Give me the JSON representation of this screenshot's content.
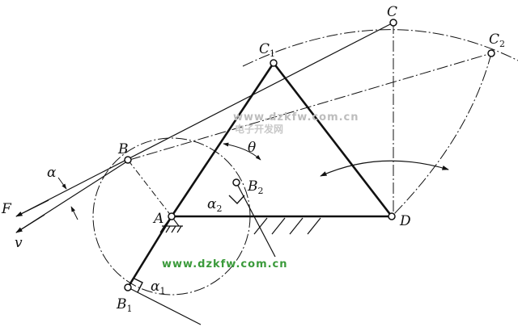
{
  "labels": {
    "C": {
      "base": "C",
      "sub": ""
    },
    "C1": {
      "base": "C",
      "sub": "1"
    },
    "C2": {
      "base": "C",
      "sub": "2"
    },
    "B": {
      "base": "B",
      "sub": ""
    },
    "B1": {
      "base": "B",
      "sub": "1"
    },
    "B2": {
      "base": "B",
      "sub": "2"
    },
    "A": {
      "base": "A",
      "sub": ""
    },
    "D": {
      "base": "D",
      "sub": ""
    },
    "F": {
      "base": "F",
      "sub": ""
    },
    "v": {
      "base": "v",
      "sub": ""
    },
    "alpha": {
      "base": "α",
      "sub": ""
    },
    "alpha1": {
      "base": "α",
      "sub": "1"
    },
    "alpha2": {
      "base": "α",
      "sub": "2"
    },
    "theta": {
      "base": "θ",
      "sub": ""
    }
  },
  "watermark": {
    "site_top": "www.dzkfw.com.cn",
    "site_top_cn": "电子开发网",
    "site_bottom": "www.dzkfw.com.cn"
  },
  "colors": {
    "ink": "#111111",
    "watermark_gray": "#bdbdbd",
    "watermark_green": "#3a9a3a"
  }
}
